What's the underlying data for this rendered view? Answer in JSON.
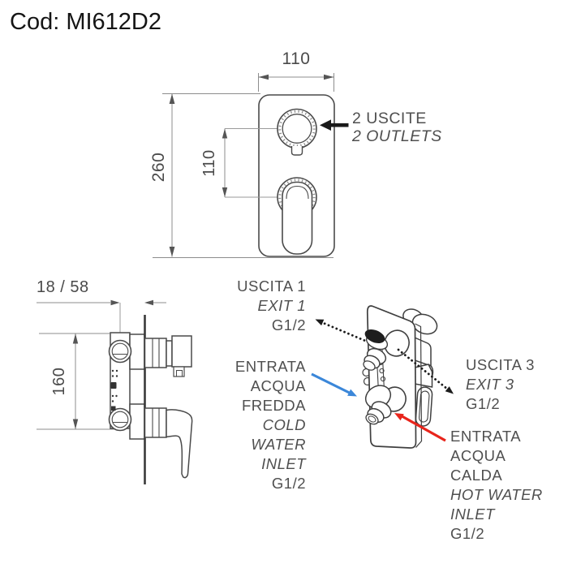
{
  "title": "Cod: MI612D2",
  "views": {
    "front": {
      "dim_width_mm": "110",
      "dim_height_mm": "260",
      "dim_center_distance_mm": "110",
      "callout_it": "2 USCITE",
      "callout_en": "2 OUTLETS"
    },
    "side": {
      "dim_depth_mm": "18 / 58",
      "dim_height_mm": "160"
    },
    "perspective": {
      "exit1": {
        "lines": [
          "USCITA 1",
          "EXIT 1",
          "G1/2"
        ]
      },
      "cold_inlet": {
        "lines": [
          "ENTRATA",
          "ACQUA",
          "FREDDA",
          "COLD",
          "WATER",
          "INLET",
          "G1/2"
        ]
      },
      "exit3": {
        "lines": [
          "USCITA 3",
          "EXIT 3",
          "G1/2"
        ]
      },
      "hot_inlet": {
        "lines": [
          "ENTRATA",
          "ACQUA",
          "CALDA",
          "HOT WATER",
          "INLET",
          "G1/2"
        ]
      }
    }
  },
  "colors": {
    "cold_arrow": "#3b87d9",
    "hot_arrow": "#e8251c",
    "drawing_line": "#4a4a4a",
    "label_text": "#4f4f4f"
  }
}
